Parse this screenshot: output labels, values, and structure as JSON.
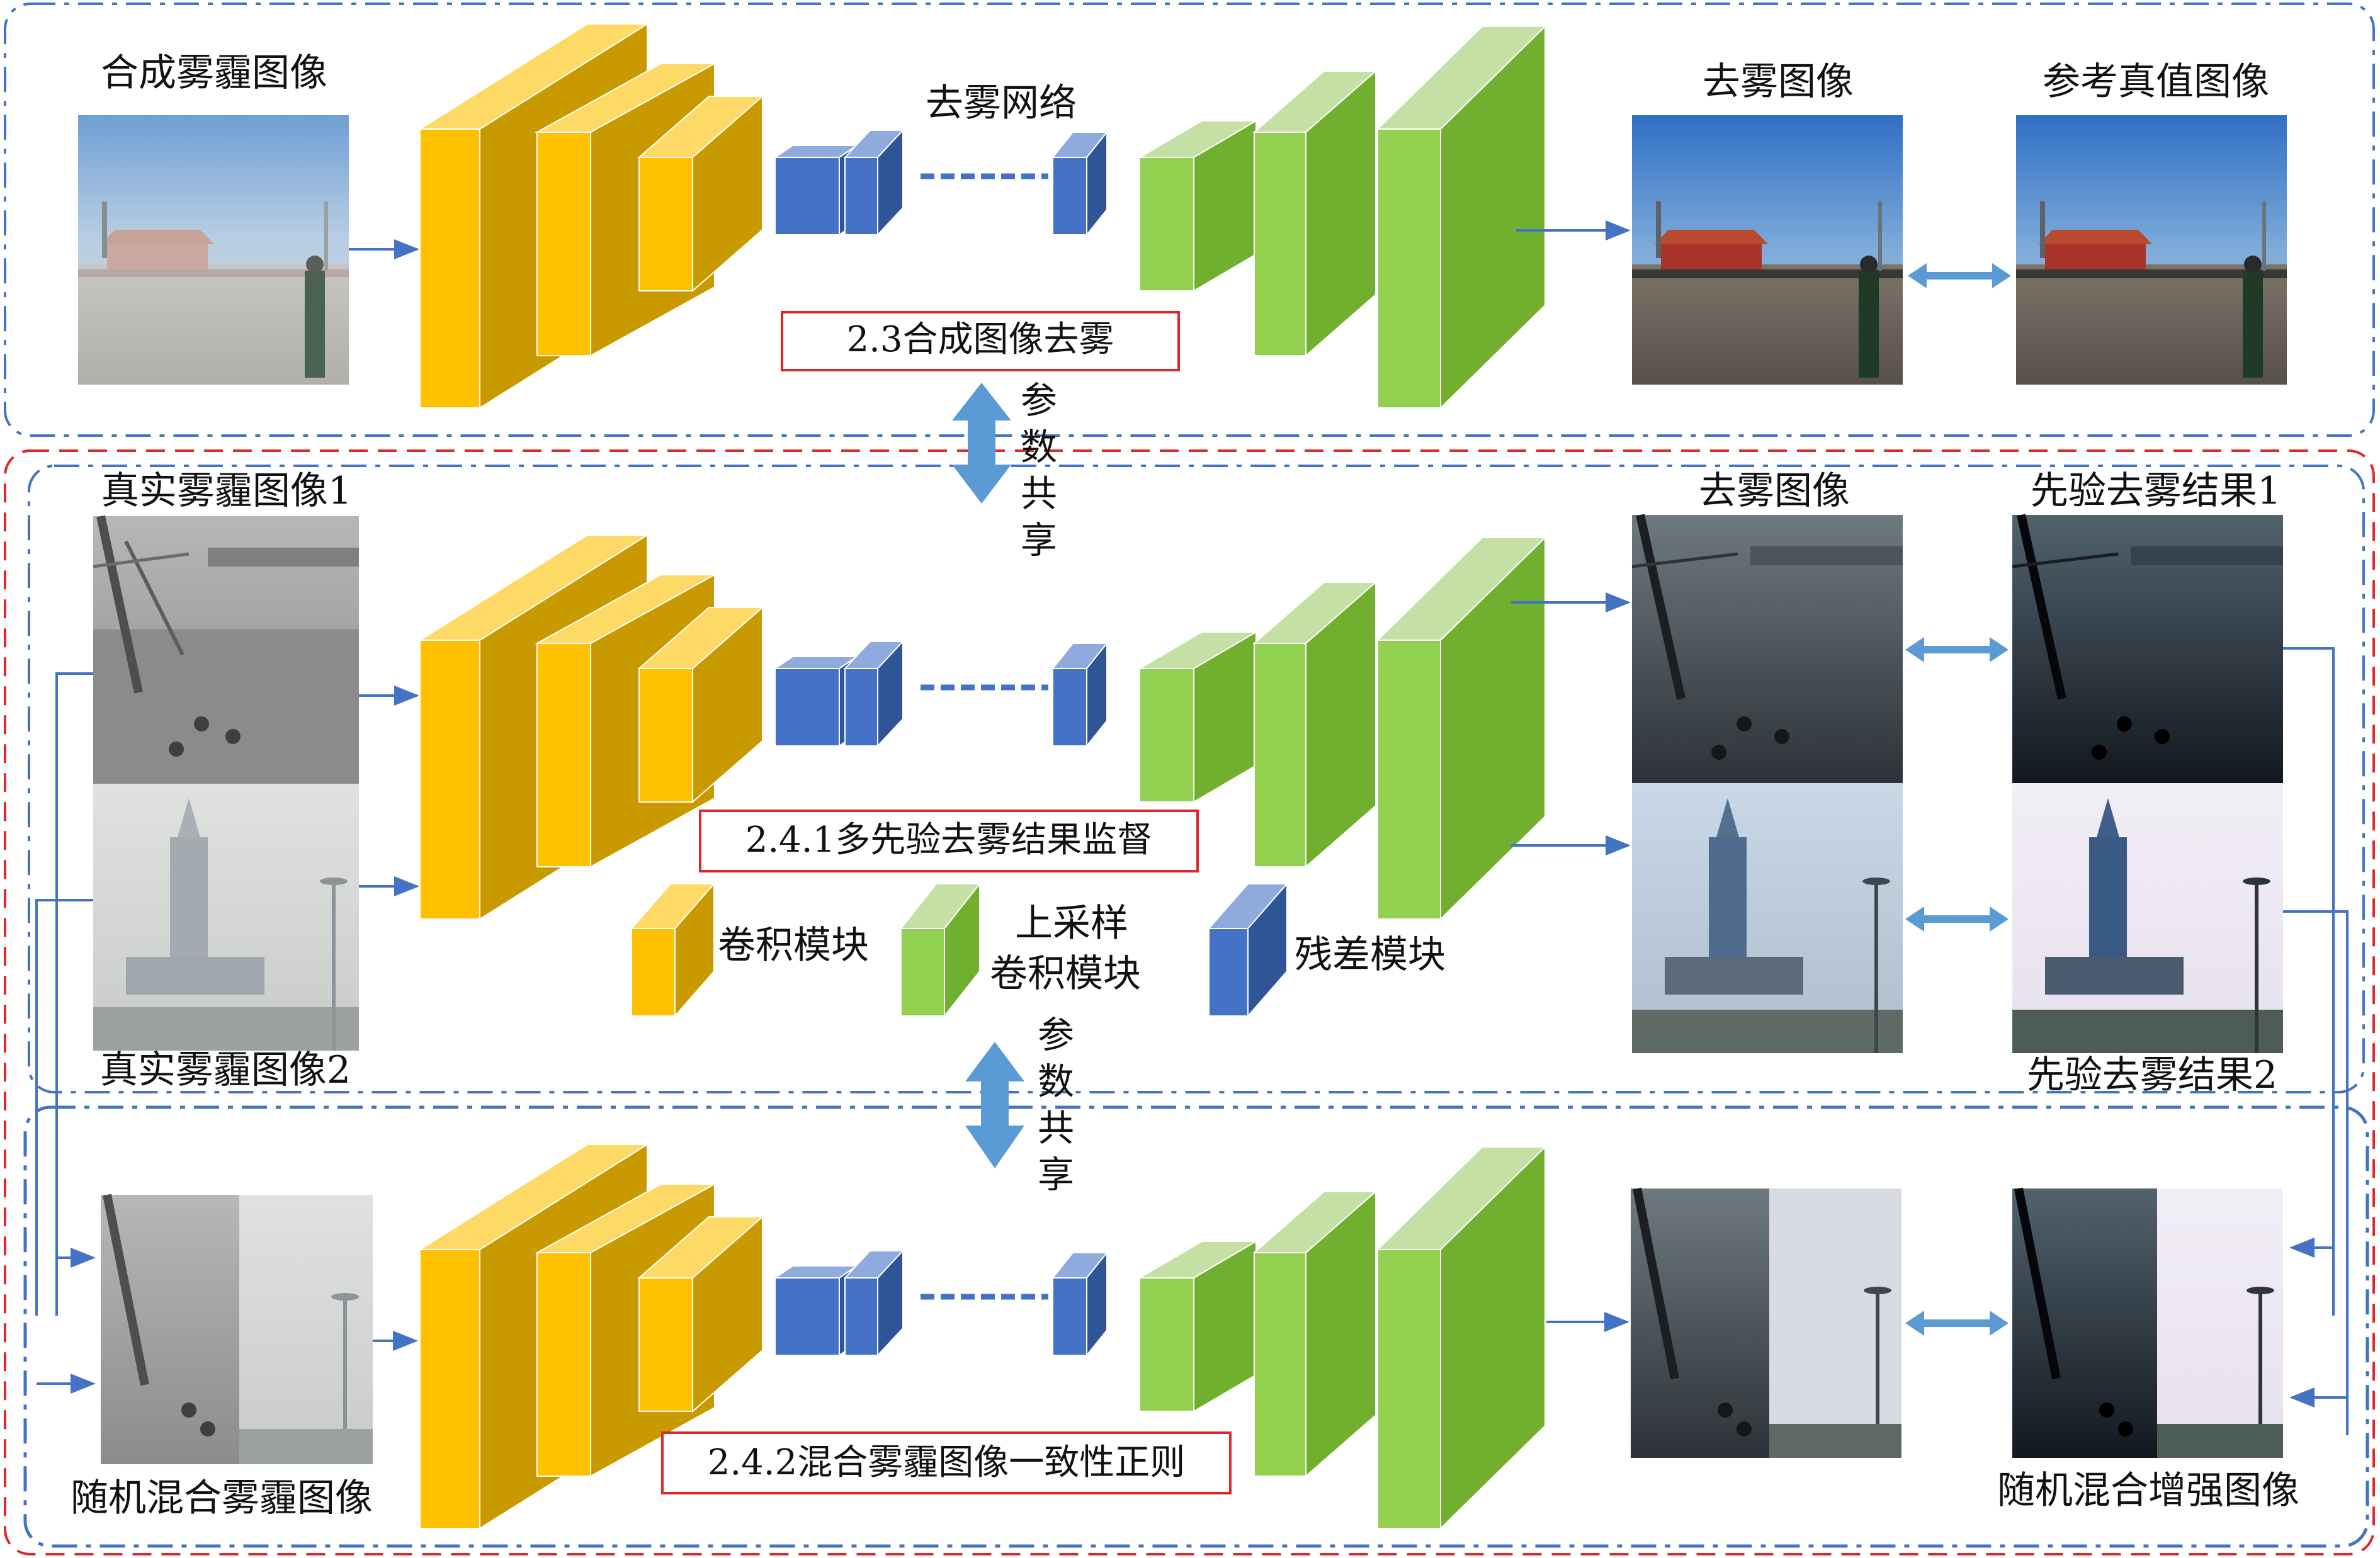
{
  "colors": {
    "blue_frame": "#4472C4",
    "red_frame": "#E0262B",
    "conv_front": "#FFC000",
    "conv_side": "#C99A00",
    "conv_top": "#FFD966",
    "res_front": "#4472C4",
    "res_side": "#2F5597",
    "res_top": "#8FAADC",
    "up_front": "#92D050",
    "up_side": "#70B02E",
    "up_top": "#C5E0A5",
    "arrow": "#4472C4",
    "double_arrow": "#5B9BD5"
  },
  "top_section": {
    "input_label": "合成雾霾图像",
    "network_label": "去雾网络",
    "output_label": "去雾图像",
    "reference_label": "参考真值图像",
    "box_label": "2.3合成图像去雾"
  },
  "share_labels": {
    "upper": [
      "参",
      "数",
      "共",
      "享"
    ],
    "lower": [
      "参",
      "数",
      "共",
      "享"
    ]
  },
  "middle_section": {
    "input_label_1": "真实雾霾图像1",
    "input_label_2": "真实雾霾图像2",
    "output_label": "去雾图像",
    "prior_label_1": "先验去雾结果1",
    "prior_label_2": "先验去雾结果2",
    "box_label": "2.4.1多先验去雾结果监督"
  },
  "legend": {
    "conv": "卷积模块",
    "upsample_line1": "上采样",
    "upsample_line2": "卷积模块",
    "residual": "残差模块"
  },
  "bottom_section": {
    "input_label": "随机混合雾霾图像",
    "enhanced_label": "随机混合增强图像",
    "box_label": "2.4.2混合雾霾图像一致性正则"
  },
  "icons": [
    "photo-icon"
  ]
}
